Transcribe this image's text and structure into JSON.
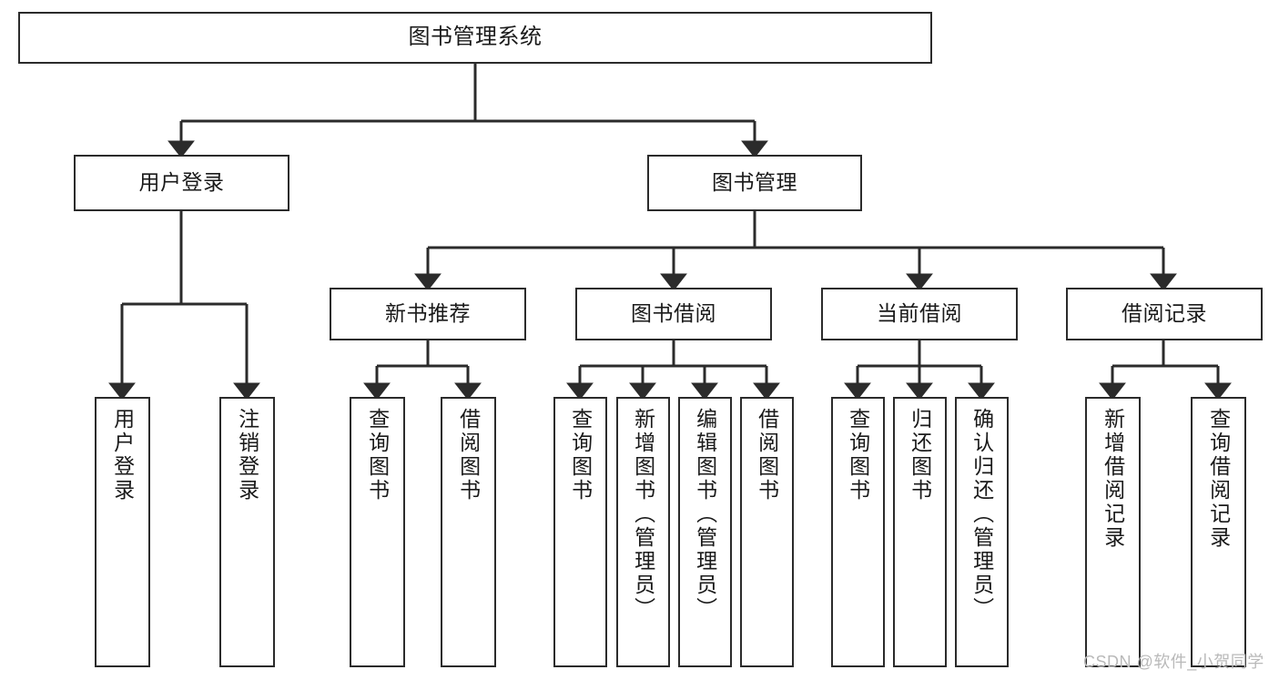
{
  "diagram": {
    "type": "tree-hierarchy",
    "title": "图书管理系统",
    "root": {
      "id": "root",
      "label": "图书管理系统"
    },
    "level2": [
      {
        "id": "user-login",
        "label": "用户登录"
      },
      {
        "id": "book-manage",
        "label": "图书管理"
      }
    ],
    "level3": [
      {
        "id": "new-book-recommend",
        "label": "新书推荐",
        "parent": "book-manage"
      },
      {
        "id": "book-borrow",
        "label": "图书借阅",
        "parent": "book-manage"
      },
      {
        "id": "current-borrow",
        "label": "当前借阅",
        "parent": "book-manage"
      },
      {
        "id": "borrow-record",
        "label": "借阅记录",
        "parent": "book-manage"
      }
    ],
    "leaves": [
      {
        "id": "leaf-user-login",
        "label": "用户登录",
        "parent": "user-login"
      },
      {
        "id": "leaf-logout",
        "label": "注销登录",
        "parent": "user-login"
      },
      {
        "id": "leaf-query-book-1",
        "label": "查询图书",
        "parent": "new-book-recommend"
      },
      {
        "id": "leaf-borrow-book-1",
        "label": "借阅图书",
        "parent": "new-book-recommend"
      },
      {
        "id": "leaf-query-book-2",
        "label": "查询图书",
        "parent": "book-borrow"
      },
      {
        "id": "leaf-add-book",
        "label": "新增图书（管理员）",
        "parent": "book-borrow"
      },
      {
        "id": "leaf-edit-book",
        "label": "编辑图书（管理员）",
        "parent": "book-borrow"
      },
      {
        "id": "leaf-borrow-book-2",
        "label": "借阅图书",
        "parent": "book-borrow"
      },
      {
        "id": "leaf-query-book-3",
        "label": "查询图书",
        "parent": "current-borrow"
      },
      {
        "id": "leaf-return-book",
        "label": "归还图书",
        "parent": "current-borrow"
      },
      {
        "id": "leaf-confirm-return",
        "label": "确认归还（管理员）",
        "parent": "current-borrow"
      },
      {
        "id": "leaf-add-record",
        "label": "新增借阅记录",
        "parent": "borrow-record"
      },
      {
        "id": "leaf-query-record",
        "label": "查询借阅记录",
        "parent": "borrow-record"
      }
    ],
    "watermark": "CSDN @软件_小贺同学",
    "colors": {
      "stroke": "#2b2b2b",
      "fill": "#ffffff",
      "text": "#1a1a1a",
      "watermark": "#b9b9b9"
    }
  }
}
